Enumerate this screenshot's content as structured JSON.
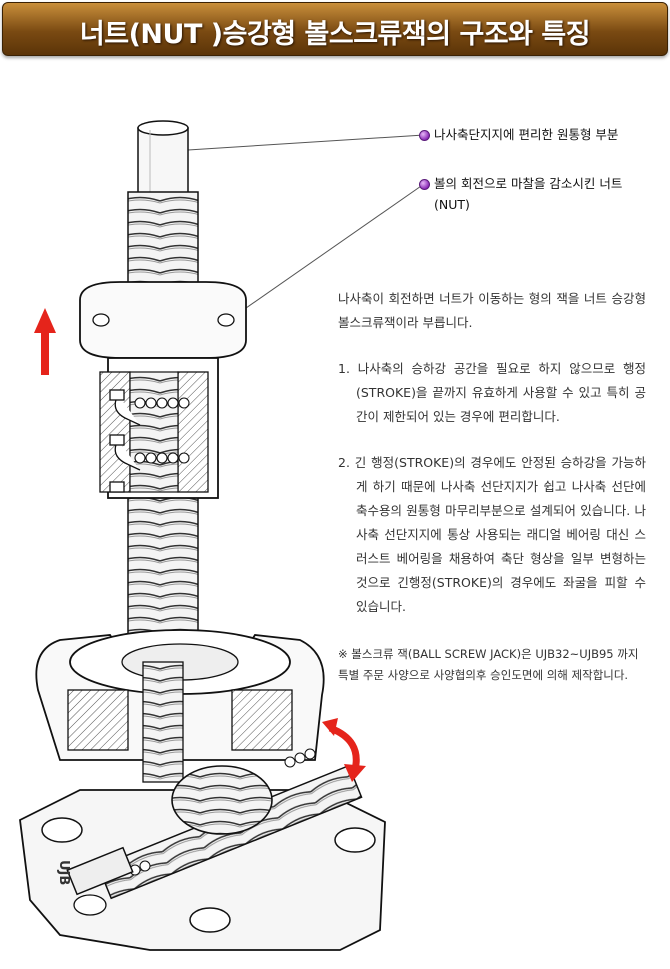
{
  "header": {
    "title": "너트(NUT )승강형 볼스크류잭의 구조와 특징"
  },
  "callouts": [
    {
      "text": "나사축단지지에 편리한 원통형 부분"
    },
    {
      "line1": "볼의 회전으로 마찰을 감소시킨 너트",
      "line2": "(NUT)"
    }
  ],
  "description": {
    "intro": "나사축이 회전하면 너트가 이동하는 형의 잭을 너트 승강형 볼스크류잭이라 부릅니다.",
    "item1": "1. 나사축의 승하강 공간을 필요로 하지 않으므로 행정(STROKE)을 끝까지 유효하게 사용할 수 있고 특히 공간이 제한되어 있는 경우에 편리합니다.",
    "item2": "2. 긴 행정(STROKE)의 경우에도 안정된 승하강을 가능하게 하기 때문에 나사축 선단지지가 쉽고 나사축 선단에 축수용의 원통형 마무리부분으로 설계되어 있습니다. 나사축 선단지지에 통상 사용되는 래디얼 베어링 대신 스러스트 베어링을 채용하여 축단 형상을 일부 변형하는 것으로 긴행정(STROKE)의 경우에도 좌굴을 피할 수 있습니다.",
    "note": "※ 볼스크류 잭(BALL SCREW JACK)은 UJB32~UJB95 까지 특별 주문 사양으로 사양협의후 승인도면에 의해 제작합니다."
  },
  "illustration": {
    "housing_mark": "UJB"
  },
  "colors": {
    "banner": "#7a4a12",
    "arrow": "#e5241b",
    "bullet": "#8a2bb6"
  }
}
